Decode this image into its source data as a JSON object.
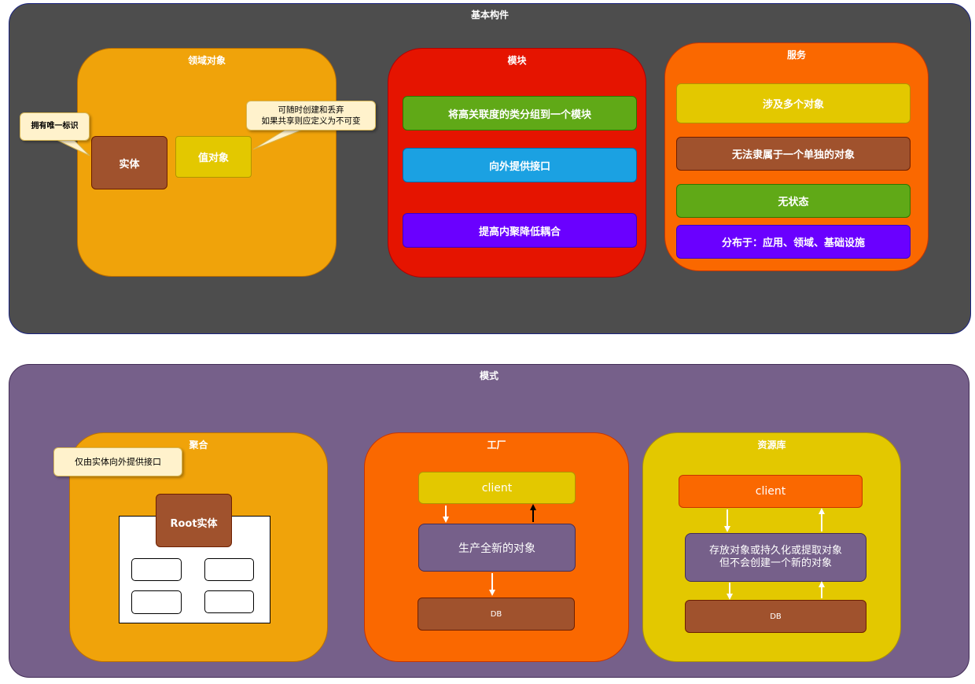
{
  "colors": {
    "basic_panel": "#4d4d4d",
    "pattern_panel": "#76608a",
    "orange": "#f0a30a",
    "red": "#e51400",
    "deep_orange": "#fa6800",
    "yellow": "#e3c800",
    "brown": "#a0522d",
    "green": "#60a917",
    "blue": "#1ba1e2",
    "violet": "#6a00ff",
    "purple": "#76608a"
  },
  "basic": {
    "title": "基本构件",
    "domain_objects": {
      "title": "领域对象",
      "entity": "实体",
      "value_object": "值对象",
      "entity_note": "拥有唯一标识",
      "value_note": "可随时创建和丢弃\n如果共享则应定义为不可变"
    },
    "module": {
      "title": "模块",
      "items": [
        "将高关联度的类分组到一个模块",
        "向外提供接口",
        "提高内聚降低耦合"
      ]
    },
    "service": {
      "title": "服务",
      "items": [
        "涉及多个对象",
        "无法隶属于一个单独的对象",
        "无状态",
        "分布于：应用、领域、基础设施"
      ]
    }
  },
  "patterns": {
    "title": "模式",
    "aggregate": {
      "title": "聚合",
      "root": "Root实体",
      "note": "仅由实体向外提供接口"
    },
    "factory": {
      "title": "工厂",
      "client": "client",
      "process": "生产全新的对象",
      "db": "DB"
    },
    "repository": {
      "title": "资源库",
      "client": "client",
      "process": "存放对象或持久化或提取对象\n但不会创建一个新的对象",
      "db": "DB"
    }
  }
}
